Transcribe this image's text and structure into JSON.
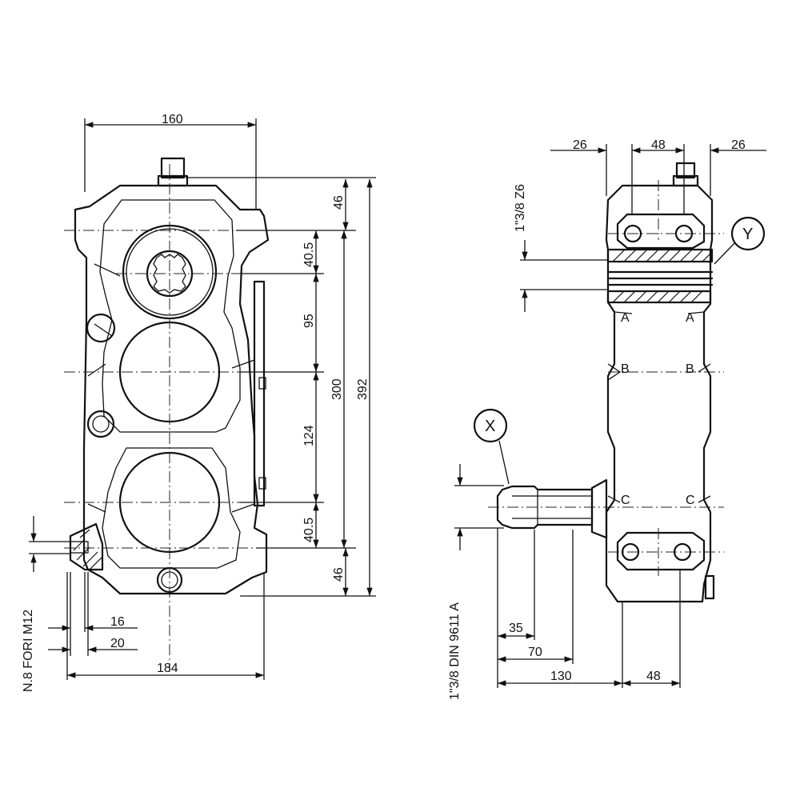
{
  "drawing": {
    "front_view": {
      "dims": {
        "width_top": "160",
        "top_gap": "46",
        "shaft_off_1": "40.5",
        "center_1": "95",
        "center_2": "124",
        "shaft_off_2": "40.5",
        "bottom_gap": "46",
        "height_inner": "300",
        "height_total": "392",
        "hole_a": "16",
        "hole_b": "20",
        "width_bottom": "184"
      },
      "holes_note": "N.8 FORI M12"
    },
    "side_view": {
      "dims": {
        "left": "26",
        "mid": "48",
        "right": "26",
        "shaft_a": "35",
        "shaft_b": "70",
        "shaft_c": "130",
        "base": "48"
      },
      "spline_top": "1\"3/8 Z6",
      "spline_shaft": "1\"3/8 DIN 9611 A",
      "section_labels": [
        "A",
        "A",
        "B",
        "B",
        "C",
        "C"
      ],
      "callouts": {
        "x": "X",
        "y": "Y"
      }
    }
  }
}
